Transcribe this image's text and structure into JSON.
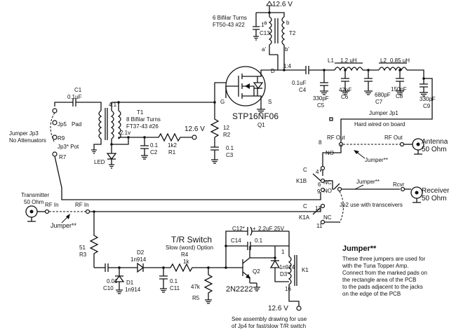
{
  "supply_top": "12.6 V",
  "t2": {
    "turns": "6 Bifilar Turns",
    "core": "FT50-43 #22",
    "name": "T2",
    "pin_a": "a",
    "pin_b": "b",
    "pin_a2": "a'",
    "pin_b2": "b'",
    "ratio": "1:4"
  },
  "c13": {
    "value": ".1",
    "ref": "C13"
  },
  "q1": {
    "part": "STP16NF06",
    "ref": "Q1",
    "d": "D",
    "g": "G",
    "s": "S"
  },
  "c4": {
    "value": "0.1uF",
    "ref": "C4"
  },
  "l1": {
    "ref": "L1",
    "value": "1.2 uH"
  },
  "l2": {
    "ref": "L2",
    "value": "0.85 uH"
  },
  "c5": {
    "value": "330pF",
    "ref": "C5"
  },
  "c6": {
    "value": "47pF",
    "ref": "C6"
  },
  "c7": {
    "value": "680pF",
    "ref": "C7"
  },
  "c8": {
    "value": "150pF",
    "ref": "C8"
  },
  "c9": {
    "value": "330pF",
    "ref": "C9"
  },
  "c1": {
    "ref": "C1",
    "value": "0.1uF"
  },
  "t1": {
    "ratio": "4:1",
    "name": "T1",
    "turns": "8 Bifilar Turns",
    "core": "FT37-43 #26",
    "bias": "2.1v"
  },
  "jp3": {
    "title": "Jumper Jp3",
    "subtitle": "No Attenuators",
    "jp5": "Jp5",
    "pad": "Pad",
    "r9": "R9",
    "jp3pot": "Jp3* Pot",
    "r7": "R7"
  },
  "led": "LED",
  "c2": {
    "value": "0.1",
    "ref": "C2"
  },
  "r1": {
    "value": "1k2",
    "ref": "R1"
  },
  "supply_bias": "12.6 V",
  "r2": {
    "value": "12",
    "ref": "R2"
  },
  "c3": {
    "value": "0.1",
    "ref": "C3"
  },
  "jp1": {
    "label": "Jumper Jp1",
    "note": "Hard wired on board"
  },
  "antenna": {
    "rfout1": "RF Out",
    "rfout2": "RF Out",
    "jumper": "Jumper**",
    "name": "Antenna",
    "imp": "50 Ohm"
  },
  "relay": {
    "p8": "8",
    "no1": "NO",
    "c1": "C",
    "p4": "4",
    "p6": "6",
    "nc1": "NC",
    "k1b": "K1B",
    "p9": "9",
    "no2": "NO",
    "c2": "C",
    "p13": "13",
    "k1a": "K1A",
    "nc2": "NC",
    "p11": "11"
  },
  "receiver": {
    "jumper": "Jumper**",
    "rcvr": "Rcvr",
    "name": "Receiver",
    "imp": "50 Ohm"
  },
  "jp2": "Jp2 use with transceivers",
  "transmitter": {
    "name": "Transmitter",
    "imp": "50 Ohm",
    "rfin1": "RF In",
    "rfin2": "RF In",
    "jumper": "Jumper**"
  },
  "r3": {
    "value": "51",
    "ref": "R3"
  },
  "trsw": {
    "title": "T/R Switch",
    "subtitle": "Slow (word) Option"
  },
  "c10": {
    "value": "0.01",
    "ref": "C10"
  },
  "d1": {
    "ref": "D1",
    "part": "1n914"
  },
  "d2": {
    "ref": "D2",
    "part": "1n914"
  },
  "c11": {
    "value": "0.1",
    "ref": "C11"
  },
  "r4": {
    "ref": "R4",
    "value": "1k"
  },
  "r5": {
    "value": "47k",
    "ref": "R5"
  },
  "c12": {
    "ref": "C12*",
    "value": "2.2uF 25V",
    "plus": "+"
  },
  "c14": {
    "ref": "C14",
    "value": "0.1"
  },
  "q2": {
    "ref": "Q2",
    "part": "2N2222"
  },
  "d3": {
    "part": "1n914",
    "ref": "D3*"
  },
  "k1": {
    "ref": "K1",
    "p1": "1",
    "p16": "16"
  },
  "supply_bottom": "12.6 V",
  "note_bottom": {
    "line1": "See assembly drawing for use",
    "line2": "of Jp4 for fast/slow T/R switch"
  },
  "jumper_note": {
    "title": "Jumper**",
    "lines": [
      "These three jumpers are used for",
      "with the Tuna Topper Amp.",
      "Connect from the marked pads on",
      "the rectangle area of the PCB",
      "to the pads adjacent to the jacks",
      "on the edge of the PCB"
    ]
  }
}
